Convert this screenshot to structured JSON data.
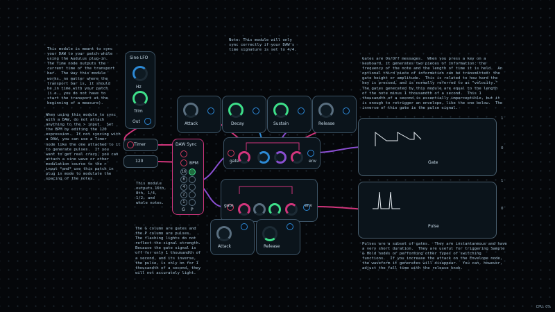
{
  "notes": {
    "transport": "This module is meant to sync\nyour DAW to your patch while\nusing the Audulus plug-in.\nThe Time node outputs the\ncurrent time of the transport\nbar.  The way this module\nworks, no matter where the\ntransport bar is, it should\nbe in time with your patch\n(i.e., you do not have to\nstart the transport at the\nbeginning of a measure).",
    "timesig": "Note: This module will only\nsync correctly if your DAW's\ntime signature is set to 4/4.",
    "sync": "When using this module to sync\nwith a DAW, do not attach\nanything to the > input.  Set\nthe BPM by editing the 120\nexpression.  If not syncing with\na DAW, you can use a Timer\nnode like the one attached to it\nto generate pulses.  If you\nwant to get real crazy, you can\nattach a sine wave or other\nmodulation source to the >\ninput *and* use this patch in\nplug in mode to modulate the\nspacing of the notes.",
    "outputs": "This module\noutputs 16th,\n8th, 1/4,\n1/2, and\nwhole notes.",
    "columns": "The G column are gates and\nthe P column are pulses.\nThe flashing lights do not\nreflect the signal strength.\nBecause the gate signal is\noff for only 1 thousandth of\na second, and its inverse,\nthe pulse, is only on for 1\nthousandth of a second, they\nwill not accurately light.",
    "gates": "Gates are On/Off messages.  When you press a key on a\nkeyboard, it generates two pieces of information: the\nfrequency of the note and the length of time it is held.  An\noptional third piece of information can be transmitted: the\ngate height or amplitude.  This is related to how hard the\nkey is pressed, and is normally referred to as \"velocity.\"\nThe gates generated by this module are equal to the length\nof the note minus 1 thousandth of a second.  This 1\nthousandth of a second is essentially imperceptible, but it\nis enough to retrigger an envelope, like the one below.  The\ninverse of this gate is the pulse signal.",
    "pulses": "Pulses are a subset of gates.  They are instantaneous and have\na very short duration.  They are useful for triggering Sample\n& Hold nodes or performing other types of switching\nfunctions.  If you increase the attack on the Envelope node,\nthe waveform it generates will disappear.  You can, however,\nadjust the fall time with the release knob."
  },
  "sine_lfo": {
    "title": "Sine LFO",
    "hz": "Hz",
    "trim": "Trim",
    "out": "Out"
  },
  "inputs": {
    "timer": "Timer",
    "bpm_value": "120"
  },
  "daw_sync": {
    "title": "DAW Sync",
    "bpm": "BPM",
    "rows": [
      "16",
      "8",
      "4",
      "2",
      "1"
    ],
    "g": "G",
    "p": "P"
  },
  "env_top": {
    "gate": "gate",
    "env": "env",
    "knobs": [
      "Attack",
      "Decay",
      "Sustain",
      "Release"
    ]
  },
  "env_bottom": {
    "gate": "gate",
    "env": "env",
    "knobs": [
      "Attack",
      "Release"
    ]
  },
  "scopes": [
    {
      "title": "Gate",
      "tick_high": "1",
      "tick_low": "0"
    },
    {
      "title": "Pulse",
      "tick_high": "1",
      "tick_low": "0"
    }
  ],
  "status": {
    "cpu": "CPU: 0%"
  },
  "colors": {
    "blue": "#2d8ad6",
    "pink": "#d2357c",
    "purple": "#8a4fd1",
    "green": "#3ee08a",
    "red": "#d43b5d"
  }
}
